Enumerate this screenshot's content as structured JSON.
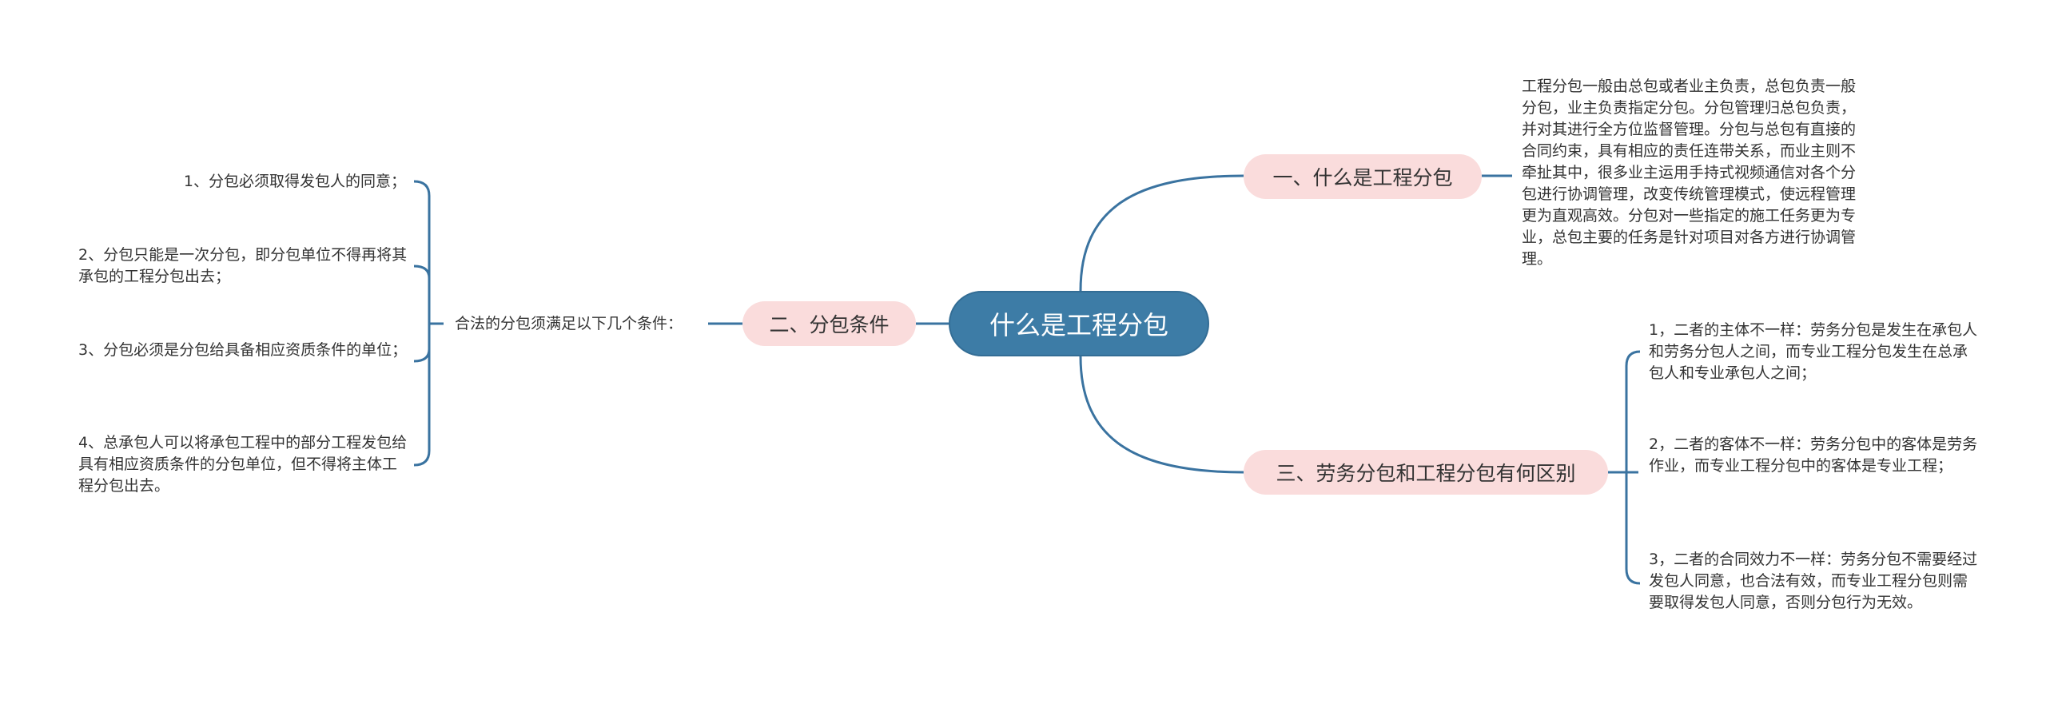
{
  "root": {
    "label": "什么是工程分包"
  },
  "branches": [
    {
      "label": "一、什么是工程分包",
      "text": "工程分包一般由总包或者业主负责，总包负责一般分包，业主负责指定分包。分包管理归总包负责，并对其进行全方位监督管理。分包与总包有直接的合同约束，具有相应的责任连带关系，而业主则不牵扯其中，很多业主运用手持式视频通信对各个分包进行协调管理，改变传统管理模式，使远程管理更为直观高效。分包对一些指定的施工任务更为专业，总包主要的任务是针对项目对各方进行协调管理。"
    },
    {
      "label": "二、分包条件",
      "intro": "合法的分包须满足以下几个条件：",
      "items": [
        "1、分包必须取得发包人的同意；",
        "2、分包只能是一次分包，即分包单位不得再将其承包的工程分包出去；",
        "3、分包必须是分包给具备相应资质条件的单位；",
        "4、总承包人可以将承包工程中的部分工程发包给具有相应资质条件的分包单位，但不得将主体工程分包出去。"
      ]
    },
    {
      "label": "三、劳务分包和工程分包有何区别",
      "items": [
        "1，二者的主体不一样：劳务分包是发生在承包人和劳务分包人之间，而专业工程分包发生在总承包人和专业承包人之间；",
        "2，二者的客体不一样：劳务分包中的客体是劳务作业，而专业工程分包中的客体是专业工程；",
        "3，二者的合同效力不一样：劳务分包不需要经过发包人同意，也合法有效，而专业工程分包则需要取得发包人同意，否则分包行为无效。"
      ]
    }
  ],
  "colors": {
    "root": "#3d7ca6",
    "branch": "#fadcdc",
    "line": "#3a73a0"
  }
}
